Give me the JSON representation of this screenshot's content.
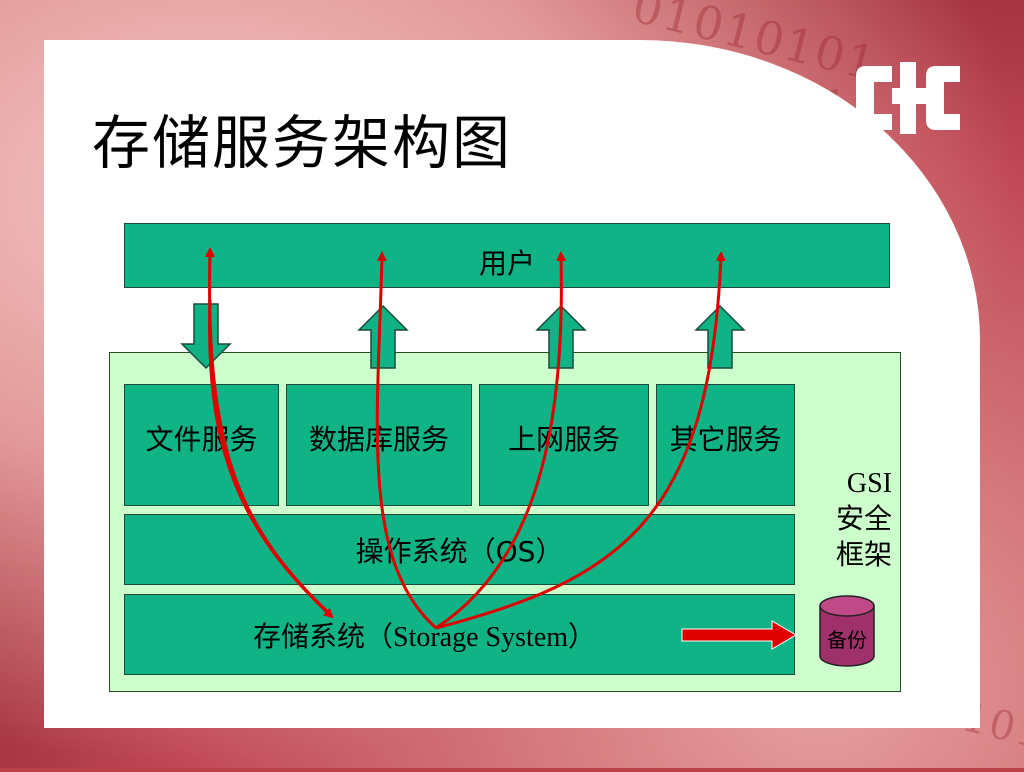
{
  "slide": {
    "title": "存储服务架构图",
    "watermark": "01010101"
  },
  "diagram": {
    "users": "用户",
    "services": [
      "文件服务",
      "数据库服务",
      "上网服务",
      "其它服务"
    ],
    "os": "操作系统（OS）",
    "storage": "存储系统（Storage System）",
    "security": [
      "GSI",
      "安全",
      "框架"
    ],
    "backup": "备份"
  },
  "colors": {
    "box_fill": "#0fb386",
    "container_fill": "#ccffcc",
    "flow_arrow": "#e00000",
    "backup_fill": "#a0306a"
  },
  "icons": [
    "logo-icon"
  ]
}
